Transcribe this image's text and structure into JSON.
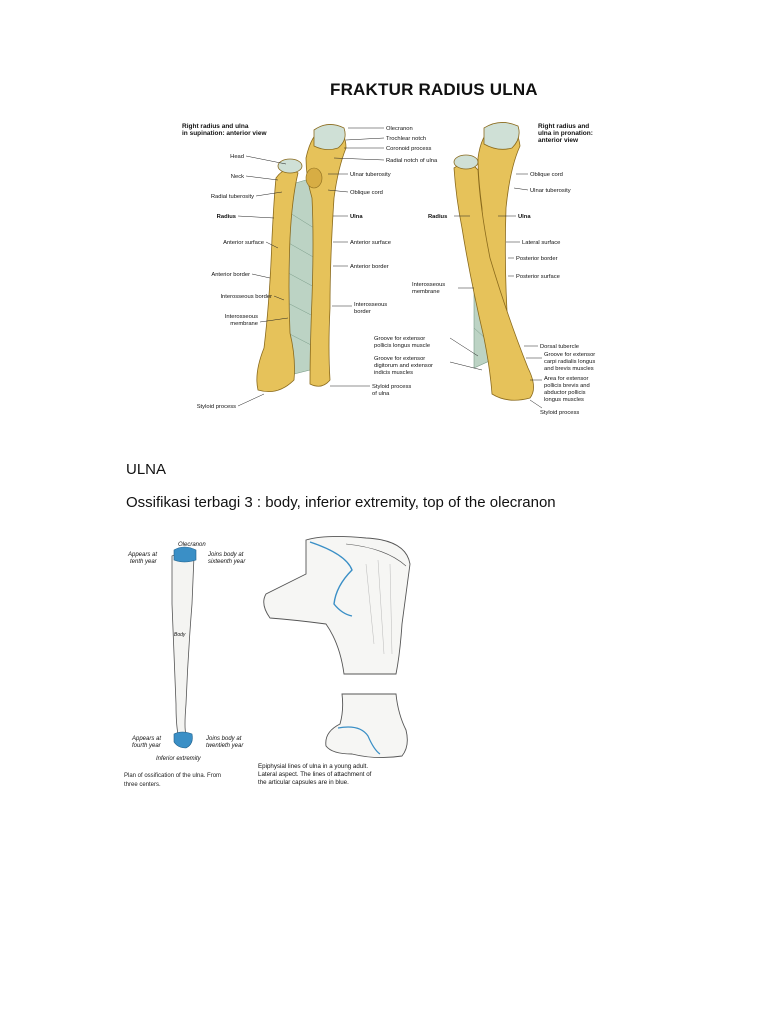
{
  "title": "FRAKTUR RADIUS ULNA",
  "figure_anatomy": {
    "left_title_1": "Right radius and ulna",
    "left_title_2": "in supination: anterior view",
    "right_title_1": "Right radius and",
    "right_title_2": "ulna in pronation:",
    "right_title_3": "anterior view",
    "labels_left": [
      "Head",
      "Neck",
      "Radial tuberosity",
      "Radius",
      "Anterior surface",
      "Anterior border",
      "Interosseous border",
      "Interosseous",
      "membrane",
      "Styloid process"
    ],
    "labels_center": [
      "Olecranon",
      "Trochlear notch",
      "Coronoid process",
      "Radial notch of ulna",
      "Ulnar tuberosity",
      "Oblique cord",
      "Ulna",
      "Anterior surface",
      "Anterior border",
      "Interosseous",
      "border",
      "Styloid process",
      "of ulna"
    ],
    "labels_right": [
      "Oblique cord",
      "Ulnar tuberosity",
      "Radius",
      "Ulna",
      "Lateral surface",
      "Posterior border",
      "Posterior surface",
      "Interosseous",
      "membrane",
      "Dorsal tubercle",
      "Groove for extensor",
      "carpi radialis longus",
      "and brevis muscles",
      "Area for extensor",
      "pollicis brevis and",
      "abductor pollicis",
      "longus muscles",
      "Styloid process"
    ],
    "labels_grooves": [
      "Groove for extensor",
      "pollicis longus muscle",
      "Groove for extensor",
      "digitorum and extensor",
      "indicis muscles"
    ]
  },
  "section": {
    "heading": "ULNA",
    "text": "Ossifikasi terbagi 3 : body, inferior extremity, top of the olecranon"
  },
  "figure_ossification": {
    "label_olecranon": "Olecranon",
    "label_appears_top_1": "Appears at",
    "label_appears_top_2": "tenth year",
    "label_joins_top_1": "Joins body at",
    "label_joins_top_2": "sixteenth year",
    "label_body": "Body",
    "label_appears_bottom_1": "Appears at",
    "label_appears_bottom_2": "fourth year",
    "label_joins_bottom_1": "Joins body at",
    "label_joins_bottom_2": "twentieth year",
    "label_inferior": "Inferior extremity",
    "caption_1": "Plan of ossification of the ulna. From",
    "caption_2": "three centers."
  },
  "figure_epiphysial": {
    "caption_1": "Epiphysial lines of ulna in a young adult.",
    "caption_2": "Lateral aspect. The lines of attachment of",
    "caption_3": "the articular capsules are in blue."
  },
  "colors": {
    "bone": "#e6c25a",
    "bone_dark": "#b8902c",
    "cartilage": "#cfe0d6",
    "membrane": "#bcd3c4",
    "capsule_blue": "#3a8fc6",
    "line": "#222222"
  }
}
